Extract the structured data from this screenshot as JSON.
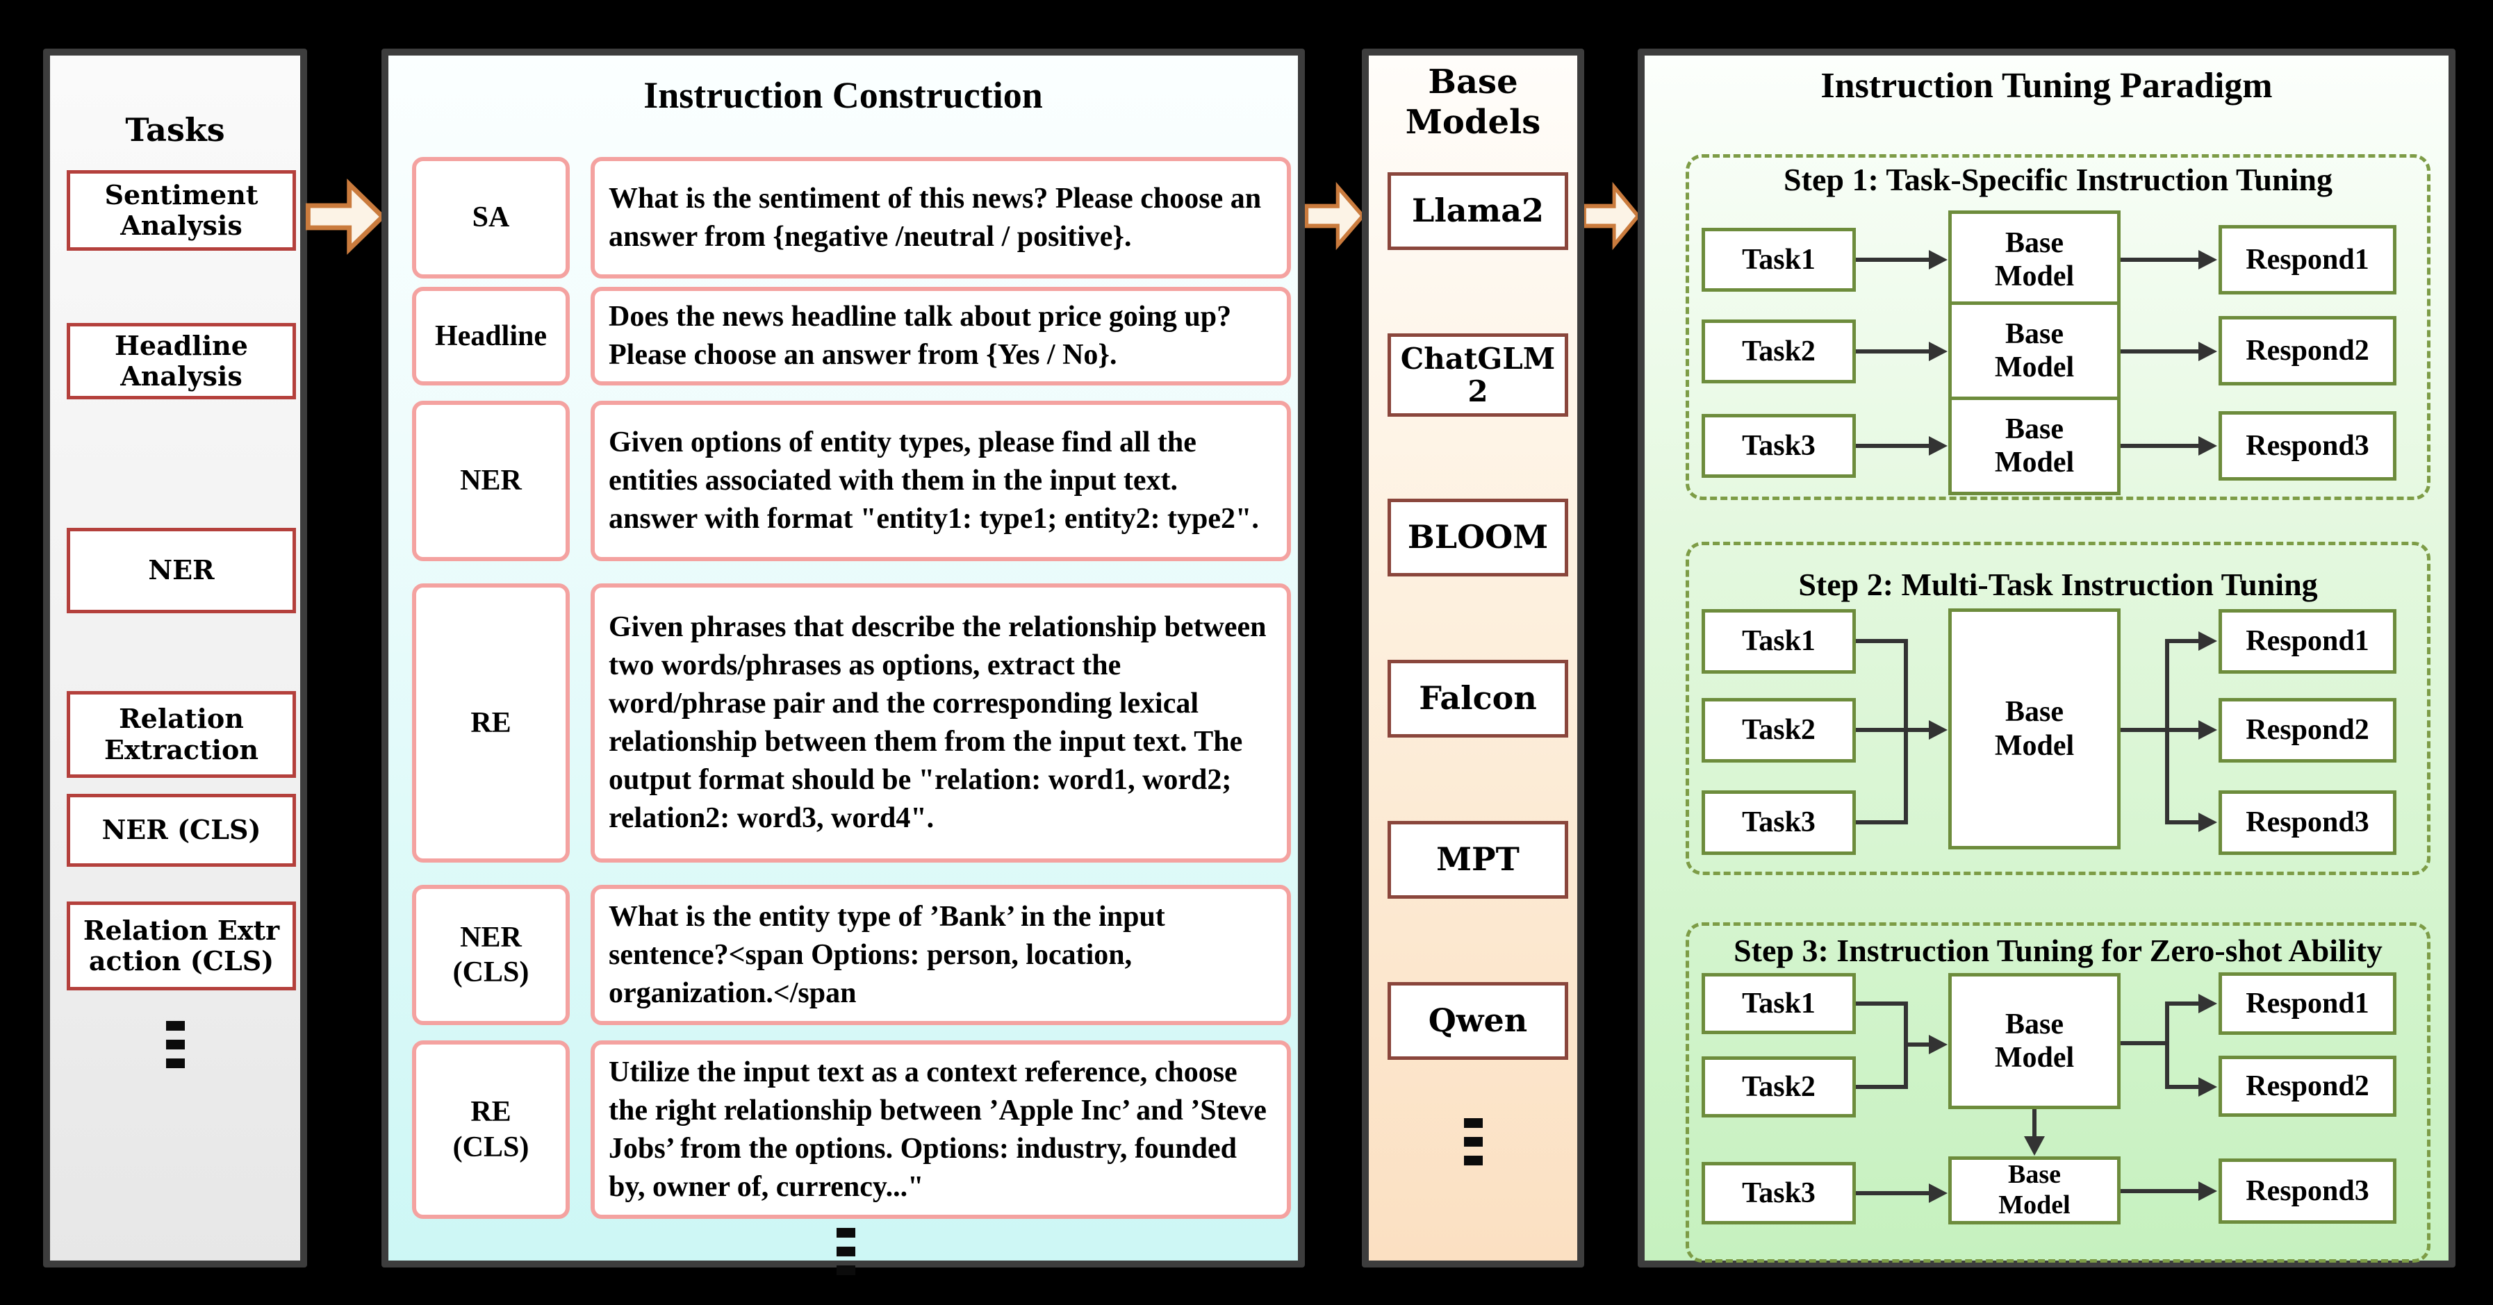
{
  "figure": {
    "panels": {
      "tasks": {
        "title": "Tasks",
        "items": [
          "Sentiment\nAnalysis",
          "Headline\nAnalysis",
          "NER",
          "Relation\nExtraction",
          "NER (CLS)",
          "Relation Extr\naction (CLS)"
        ]
      },
      "instruction_construction": {
        "title": "Instruction Construction",
        "rows": [
          {
            "tag": "SA",
            "text": "What is the sentiment of this news? Please choose an answer from {negative /neutral / positive}."
          },
          {
            "tag": "Headline",
            "text": "Does the news headline talk about price going up? Please choose an answer from {Yes / No}."
          },
          {
            "tag": "NER",
            "text": "Given options of entity types, please find all the entities associated with them in the input text. answer with format \"entity1: type1; entity2: type2\"."
          },
          {
            "tag": "RE",
            "text": "Given phrases that describe the relationship between two words/phrases as options, extract the word/phrase pair and the corresponding lexical relationship between them from the input text. The output format should be \"relation: word1, word2; relation2: word3, word4\"."
          },
          {
            "tag": "NER\n(CLS)",
            "text": "What is the entity type of ’Bank’ in the input sentence?<span Options: person, location, organization.</span"
          },
          {
            "tag": "RE\n(CLS)",
            "text": "Utilize the input text as a context reference, choose the right relationship between ’Apple Inc’ and ’Steve Jobs’ from the options. Options: industry, founded by, owner of, currency...\""
          }
        ]
      },
      "base_models": {
        "title": "Base\nModels",
        "models": [
          "Llama2",
          "ChatGLM\n2",
          "BLOOM",
          "Falcon",
          "MPT",
          "Qwen"
        ]
      },
      "paradigm": {
        "title": "Instruction Tuning Paradigm",
        "base_label": "Base\nModel",
        "steps": [
          {
            "title": "Step 1: Task-Specific Instruction Tuning",
            "tasks": [
              "Task1",
              "Task2",
              "Task3"
            ],
            "responds": [
              "Respond1",
              "Respond2",
              "Respond3"
            ]
          },
          {
            "title": "Step 2: Multi-Task Instruction Tuning",
            "tasks": [
              "Task1",
              "Task2",
              "Task3"
            ],
            "responds": [
              "Respond1",
              "Respond2",
              "Respond3"
            ]
          },
          {
            "title": "Step 3: Instruction Tuning for Zero-shot Ability",
            "tasks": [
              "Task1",
              "Task2",
              "Task3"
            ],
            "responds": [
              "Respond1",
              "Respond2",
              "Respond3"
            ]
          }
        ]
      }
    },
    "icons": {
      "flow_arrow": "block-arrow-right",
      "ellipsis": "vertical-ellipsis"
    },
    "colors": {
      "background": "#000000",
      "panel_border": "#3d3d3d",
      "tasks_box_border": "#b4403c",
      "instruction_box_border": "#f4a2a0",
      "model_box_border": "#8a463c",
      "paradigm_box_border": "#6d8c3c",
      "step_dashed_border": "#7d9c46",
      "flow_arrow_fill": "#fcf3e6",
      "flow_arrow_stroke": "#ca7b3d",
      "connector": "#333333"
    }
  }
}
